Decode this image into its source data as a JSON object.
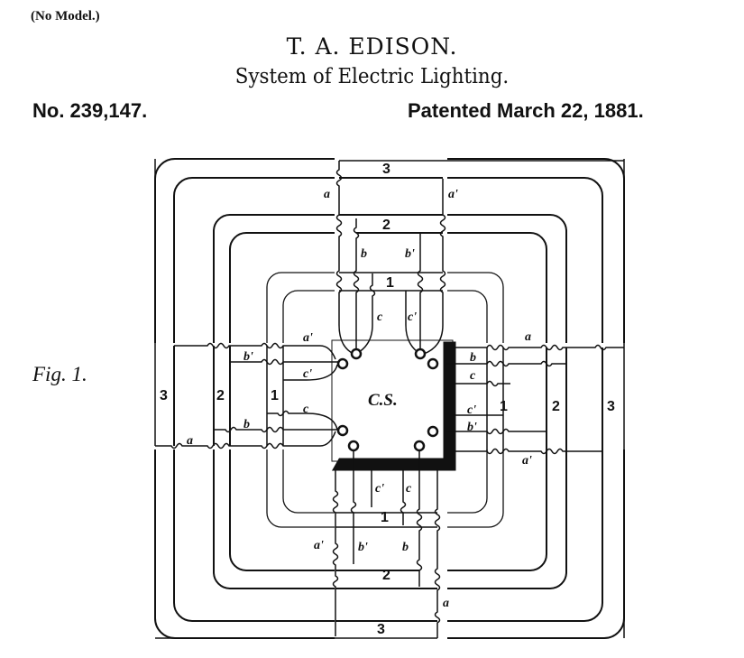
{
  "header": {
    "no_model": "(No Model.)",
    "inventor": "T. A. EDISON.",
    "title": "System of Electric Lighting.",
    "patent_number": "No. 239,147.",
    "patent_date": "Patented March 22, 1881."
  },
  "figure": {
    "label": "Fig. 1.",
    "central_station_label": "C.S.",
    "circuit_numbers": {
      "top_3": "3",
      "top_2": "2",
      "top_1": "1",
      "bottom_3": "3",
      "bottom_2": "2",
      "bottom_1": "1",
      "left_3": "3",
      "left_2": "2",
      "left_1": "1",
      "right_3": "3",
      "right_2": "2",
      "right_1": "1"
    },
    "conductor_labels": {
      "top": {
        "a": "a",
        "a_prime": "a'",
        "b": "b",
        "b_prime": "b'",
        "c": "c",
        "c_prime": "c'"
      },
      "bottom": {
        "a": "a",
        "a_prime": "a'",
        "b": "b",
        "b_prime": "b'",
        "c": "c",
        "c_prime": "c'"
      },
      "left": {
        "a": "a",
        "a_prime": "a'",
        "b": "b",
        "b_prime": "b'",
        "c": "c",
        "c_prime": "c'"
      },
      "right": {
        "a": "a",
        "a_prime": "a'",
        "b": "b",
        "b_prime": "b'",
        "c": "c",
        "c_prime": "c'"
      }
    },
    "colors": {
      "ink": "#111111",
      "paper": "#ffffff"
    }
  }
}
